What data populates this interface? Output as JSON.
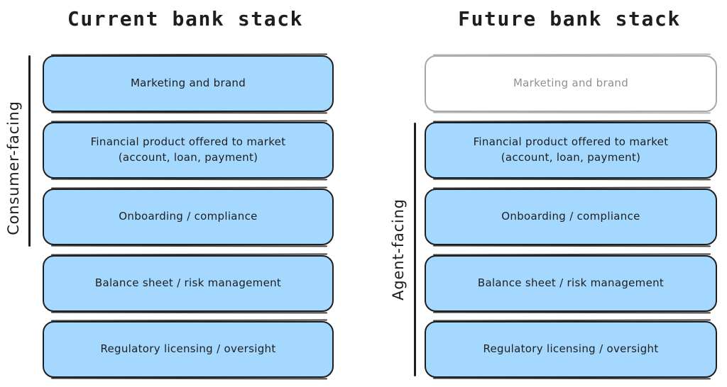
{
  "colors": {
    "background": "#ffffff",
    "box_fill": "#a5d8ff",
    "box_stroke": "#1e1e1e",
    "text": "#1e1e1e",
    "muted_box_stroke": "#a8a8a8",
    "muted_box_text": "#8f8f8f"
  },
  "left_stack": {
    "title": "Current bank stack",
    "bracket_label": "Consumer-facing",
    "boxes": [
      {
        "label": "Marketing and brand",
        "muted": false
      },
      {
        "label": "Financial product offered to market\n(account, loan, payment)",
        "muted": false
      },
      {
        "label": "Onboarding / compliance",
        "muted": false
      },
      {
        "label": "Balance sheet / risk management",
        "muted": false
      },
      {
        "label": "Regulatory licensing / oversight",
        "muted": false
      }
    ]
  },
  "right_stack": {
    "title": "Future bank stack",
    "bracket_label": "Agent-facing",
    "boxes": [
      {
        "label": "Marketing and brand",
        "muted": true
      },
      {
        "label": "Financial product offered to market\n(account, loan, payment)",
        "muted": false
      },
      {
        "label": "Onboarding / compliance",
        "muted": false
      },
      {
        "label": "Balance sheet / risk management",
        "muted": false
      },
      {
        "label": "Regulatory licensing / oversight",
        "muted": false
      }
    ]
  }
}
